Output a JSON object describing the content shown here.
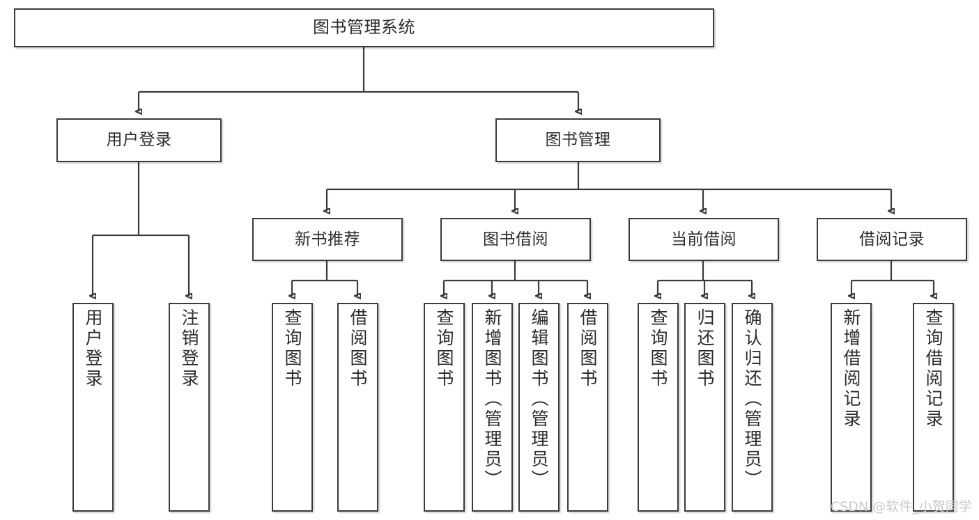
{
  "diagram": {
    "type": "tree",
    "title": "图书管理系统",
    "watermark": "CSDN @软件_小贺同学",
    "colors": {
      "box_border": "#3b3b3b",
      "box_fill": "#ffffff",
      "text": "#2b2b2b",
      "connector": "#3b3b3b",
      "watermark": "#c9c9c9",
      "background": "#ffffff"
    },
    "nodes": {
      "root": {
        "label": "图书管理系统"
      },
      "level2": [
        {
          "id": "user-login",
          "label": "用户登录"
        },
        {
          "id": "book-manage",
          "label": "图书管理"
        }
      ],
      "level3": [
        {
          "id": "new-book-recommend",
          "label": "新书推荐"
        },
        {
          "id": "book-borrow",
          "label": "图书借阅"
        },
        {
          "id": "current-borrow",
          "label": "当前借阅"
        },
        {
          "id": "borrow-record",
          "label": "借阅记录"
        }
      ],
      "leaves": {
        "user_login": [
          {
            "id": "leaf-user-login",
            "label": "用户登录"
          },
          {
            "id": "leaf-logout",
            "label": "注销登录"
          }
        ],
        "new_book_recommend": [
          {
            "id": "leaf-query-book-1",
            "label": "查询图书"
          },
          {
            "id": "leaf-borrow-book-1",
            "label": "借阅图书"
          }
        ],
        "book_borrow": [
          {
            "id": "leaf-query-book-2",
            "label": "查询图书"
          },
          {
            "id": "leaf-add-book",
            "label": "新增图书（管理员）"
          },
          {
            "id": "leaf-edit-book",
            "label": "编辑图书（管理员）"
          },
          {
            "id": "leaf-borrow-book-2",
            "label": "借阅图书"
          }
        ],
        "current_borrow": [
          {
            "id": "leaf-query-book-3",
            "label": "查询图书"
          },
          {
            "id": "leaf-return-book",
            "label": "归还图书"
          },
          {
            "id": "leaf-confirm-return",
            "label": "确认归还（管理员）"
          }
        ],
        "borrow_record": [
          {
            "id": "leaf-add-record",
            "label": "新增借阅记录"
          },
          {
            "id": "leaf-query-record",
            "label": "查询借阅记录"
          }
        ]
      }
    }
  }
}
